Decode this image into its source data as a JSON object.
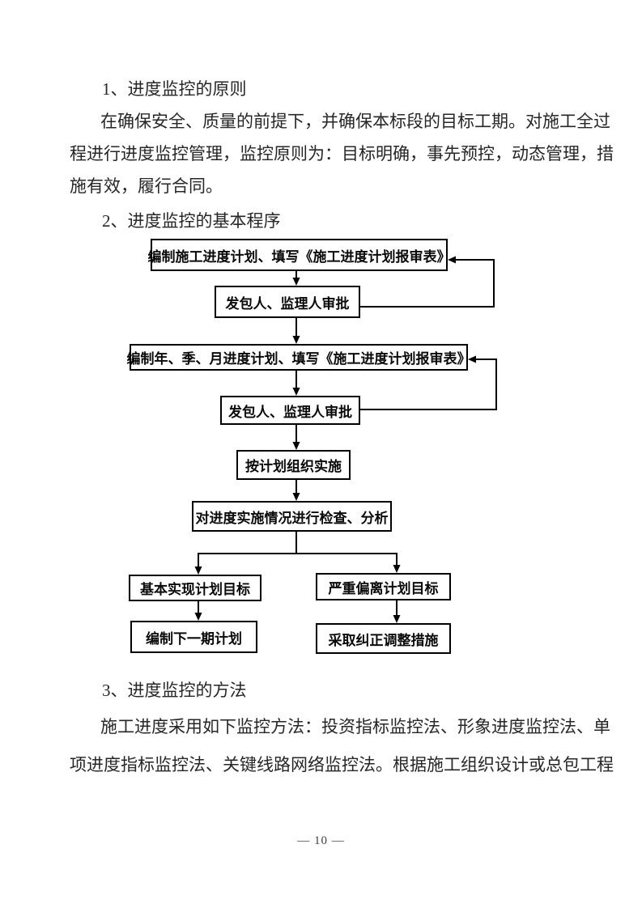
{
  "page": {
    "background": "#ffffff",
    "text_color": "#262626",
    "number_label": "— 10 —"
  },
  "section1": {
    "heading": "1、进度监控的原则",
    "lines": [
      "在确保安全、质量的前提下，并确保本标段的目标工期。对施工全过",
      "程进行进度监控管理，监控原则为：目标明确，事先预控，动态管理，措",
      "施有效，履行合同。"
    ]
  },
  "section2": {
    "heading": "2、进度监控的基本程序",
    "flowchart": {
      "boxes": [
        {
          "id": "compile-construction-plan",
          "label": "编制施工进度计划、填写《施工进度计划报审表》"
        },
        {
          "id": "employer-supervisor-approval-1",
          "label": "发包人、监理人审批"
        },
        {
          "id": "compile-year-quarter-month-plan",
          "label": "编制年、季、月进度计划、填写《施工进度计划报审表》"
        },
        {
          "id": "employer-supervisor-approval-2",
          "label": "发包人、监理人审批"
        },
        {
          "id": "implement-per-plan",
          "label": "按计划组织实施"
        },
        {
          "id": "check-analyze-progress",
          "label": "对进度实施情况进行检查、分析"
        },
        {
          "id": "target-basically-met",
          "label": "基本实现计划目标"
        },
        {
          "id": "target-seriously-deviated",
          "label": "严重偏离计划目标"
        },
        {
          "id": "compile-next-period-plan",
          "label": "编制下一期计划"
        },
        {
          "id": "take-corrective-measures",
          "label": "采取纠正调整措施"
        }
      ],
      "edges": [
        {
          "from": "compile-construction-plan",
          "to": "employer-supervisor-approval-1",
          "type": "down-arrow"
        },
        {
          "from": "employer-supervisor-approval-1",
          "to": "compile-construction-plan",
          "type": "feedback-loop"
        },
        {
          "from": "employer-supervisor-approval-1",
          "to": "compile-year-quarter-month-plan",
          "type": "down-arrow"
        },
        {
          "from": "compile-year-quarter-month-plan",
          "to": "employer-supervisor-approval-2",
          "type": "down-arrow"
        },
        {
          "from": "employer-supervisor-approval-2",
          "to": "compile-year-quarter-month-plan",
          "type": "feedback-loop"
        },
        {
          "from": "employer-supervisor-approval-2",
          "to": "implement-per-plan",
          "type": "down-arrow"
        },
        {
          "from": "implement-per-plan",
          "to": "check-analyze-progress",
          "type": "down-arrow"
        },
        {
          "from": "check-analyze-progress",
          "to": "target-basically-met",
          "type": "branch-arrow"
        },
        {
          "from": "check-analyze-progress",
          "to": "target-seriously-deviated",
          "type": "branch-arrow"
        },
        {
          "from": "target-basically-met",
          "to": "compile-next-period-plan",
          "type": "down-arrow"
        },
        {
          "from": "target-seriously-deviated",
          "to": "take-corrective-measures",
          "type": "down-arrow"
        }
      ]
    }
  },
  "section3": {
    "heading": "3、进度监控的方法",
    "lines": [
      "施工进度采用如下监控方法：投资指标监控法、形象进度监控法、单",
      "项进度指标监控法、关键线路网络监控法。根据施工组织设计或总包工程"
    ]
  }
}
